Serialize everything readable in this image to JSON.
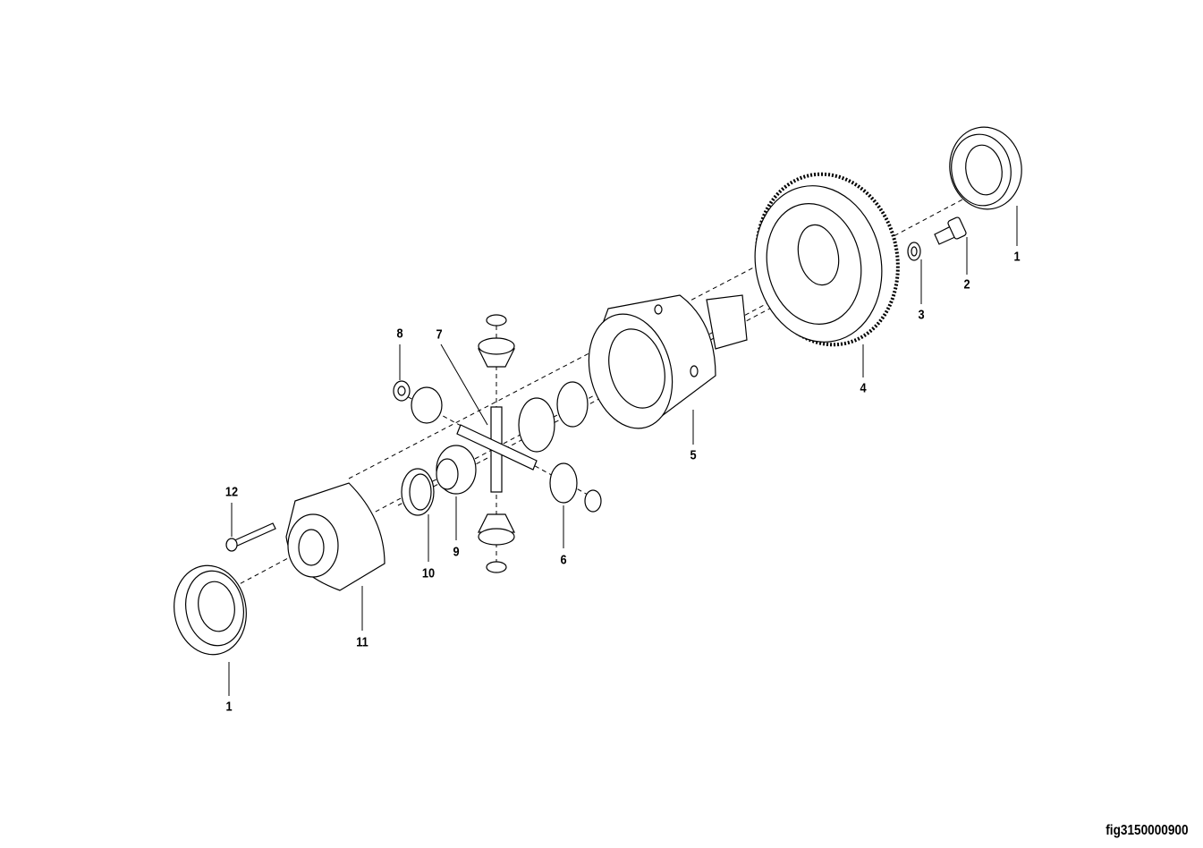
{
  "diagram": {
    "figure_id": "fig3150000900",
    "callouts": [
      {
        "label": "1",
        "part": "bearing-right"
      },
      {
        "label": "2",
        "part": "bolt"
      },
      {
        "label": "3",
        "part": "washer"
      },
      {
        "label": "4",
        "part": "ring-gear"
      },
      {
        "label": "5",
        "part": "differential-case"
      },
      {
        "label": "6",
        "part": "pinion-gear"
      },
      {
        "label": "7",
        "part": "cross-shaft"
      },
      {
        "label": "8",
        "part": "thrust-washer"
      },
      {
        "label": "9",
        "part": "side-gear"
      },
      {
        "label": "10",
        "part": "side-gear-washer"
      },
      {
        "label": "11",
        "part": "case-half"
      },
      {
        "label": "12",
        "part": "pin"
      },
      {
        "label": "1",
        "part": "bearing-left"
      }
    ]
  }
}
